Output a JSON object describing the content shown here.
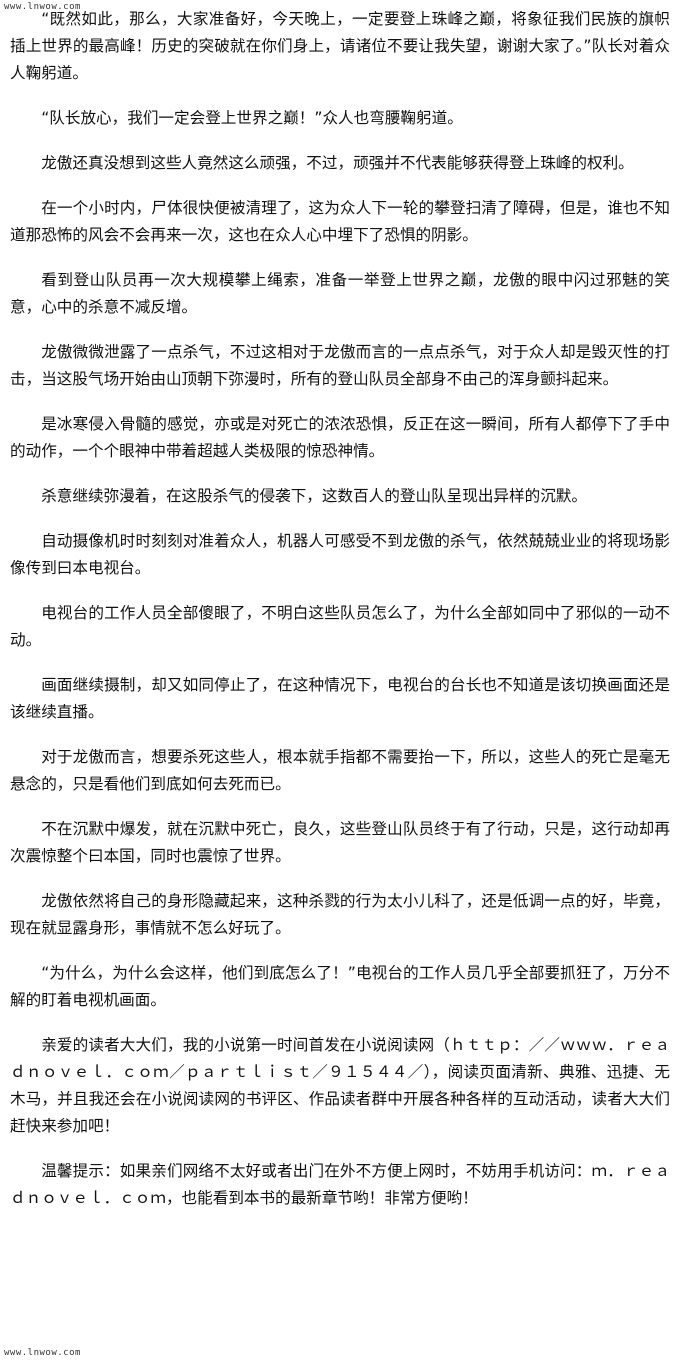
{
  "watermark": {
    "top": "www.lnwow.com",
    "bottom": "www.lnwow.com"
  },
  "paragraphs": [
    "“既然如此，那么，大家准备好，今天晚上，一定要登上珠峰之巅，将象征我们民族的旗帜插上世界的最高峰！历史的突破就在你们身上，请诸位不要让我失望，谢谢大家了。”队长对着众人鞠躬道。",
    "“队长放心，我们一定会登上世界之巅！”众人也弯腰鞠躬道。",
    "龙傲还真没想到这些人竟然这么顽强，不过，顽强并不代表能够获得登上珠峰的权利。",
    "在一个小时内，尸体很快便被清理了，这为众人下一轮的攀登扫清了障碍，但是，谁也不知道那恐怖的风会不会再来一次，这也在众人心中埋下了恐惧的阴影。",
    "看到登山队员再一次大规模攀上绳索，准备一举登上世界之巅，龙傲的眼中闪过邪魅的笑意，心中的杀意不减反增。",
    "龙傲微微泄露了一点杀气，不过这相对于龙傲而言的一点点杀气，对于众人却是毁灭性的打击，当这股气场开始由山顶朝下弥漫时，所有的登山队员全部身不由己的浑身颤抖起来。",
    "是冰寒侵入骨髓的感觉，亦或是对死亡的浓浓恐惧，反正在这一瞬间，所有人都停下了手中的动作，一个个眼神中带着超越人类极限的惊恐神情。",
    "杀意继续弥漫着，在这股杀气的侵袭下，这数百人的登山队呈现出异样的沉默。",
    "自动摄像机时时刻刻对准着众人，机器人可感受不到龙傲的杀气，依然兢兢业业的将现场影像传到曰本电视台。",
    "电视台的工作人员全部傻眼了，不明白这些队员怎么了，为什么全部如同中了邪似的一动不动。",
    "画面继续摄制，却又如同停止了，在这种情况下，电视台的台长也不知道是该切换画面还是该继续直播。",
    "对于龙傲而言，想要杀死这些人，根本就手指都不需要抬一下，所以，这些人的死亡是毫无悬念的，只是看他们到底如何去死而已。",
    "不在沉默中爆发，就在沉默中死亡，良久，这些登山队员终于有了行动，只是，这行动却再次震惊整个曰本国，同时也震惊了世界。",
    "龙傲依然将自己的身形隐藏起来，这种杀戮的行为太小儿科了，还是低调一点的好，毕竟，现在就显露身形，事情就不怎么好玩了。",
    "“为什么，为什么会这样，他们到底怎么了！”电视台的工作人员几乎全部要抓狂了，万分不解的盯着电视机画面。",
    "亲爱的读者大大们，我的小说第一时间首发在小说阅读网（ｈｔｔｐ：／／ｗｗｗ．ｒｅａｄｎｏｖｅｌ．ｃｏｍ／ｐａｒｔｌｉｓｔ／９１５４４／），阅读页面清新、典雅、迅捷、无木马，并且我还会在小说阅读网的书评区、作品读者群中开展各种各样的互动活动，读者大大们赶快来参加吧！",
    "温馨提示：如果亲们网络不太好或者出门在外不方便上网时，不妨用手机访问：ｍ．ｒｅａｄｎｏｖｅｌ．ｃｏｍ，也能看到本书的最新章节哟！非常方便哟！"
  ]
}
